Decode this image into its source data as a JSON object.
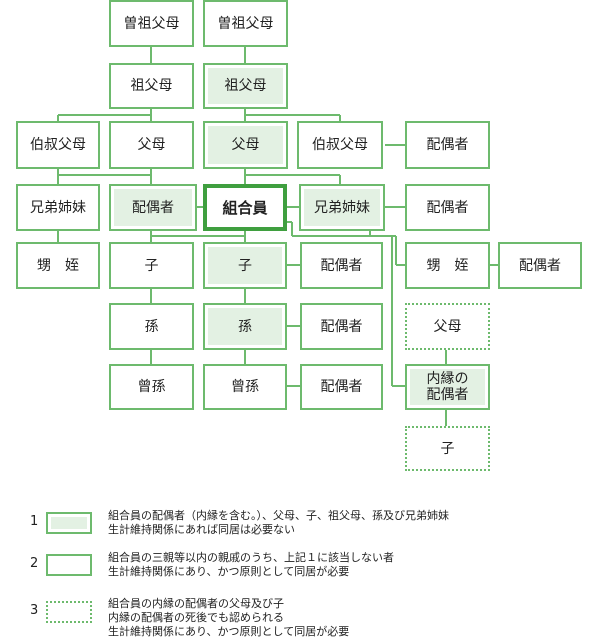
{
  "nodes": {
    "gg_left": "曽祖父母",
    "gg_right": "曽祖父母",
    "gp_left": "祖父母",
    "gp_right": "祖父母",
    "uncle_left": "伯叔父母",
    "parents_left": "父母",
    "parents": "父母",
    "uncle_right": "伯叔父母",
    "uncle_right_spouse": "配偶者",
    "siblings_left": "兄弟姉妹",
    "spouse": "配偶者",
    "member": "組合員",
    "siblings_right": "兄弟姉妹",
    "sibling_right_spouse": "配偶者",
    "nephew_left": "甥　姪",
    "child_left": "子",
    "child": "子",
    "child_spouse": "配偶者",
    "nephew_right": "甥　姪",
    "nephew_right_spouse": "配偶者",
    "grandchild_left": "孫",
    "grandchild": "孫",
    "grandchild_spouse": "配偶者",
    "inlaw_parents": "父母",
    "great_left": "曾孫",
    "great": "曾孫",
    "great_spouse": "配偶者",
    "inlaw_spouse": "内縁の\n配偶者",
    "inlaw_child": "子"
  },
  "legend": [
    {
      "num": "1",
      "text": "組合員の配偶者（内縁を含む。）、父母、子、祖父母、孫及び兄弟姉妹\n生計維持関係にあれば同居は必要ない"
    },
    {
      "num": "2",
      "text": "組合員の三親等以内の親戚のうち、上記１に該当しない者\n生計維持関係にあり、かつ原則として同居が必要"
    },
    {
      "num": "3",
      "text": "組合員の内縁の配偶者の父母及び子\n内縁の配偶者の死後でも認められる\n生計維持関係にあり、かつ原則として同居が必要"
    }
  ],
  "colors": {
    "line": "#6dba6d",
    "shade": "#e3f1e3",
    "main_border": "#3f9f3f"
  }
}
